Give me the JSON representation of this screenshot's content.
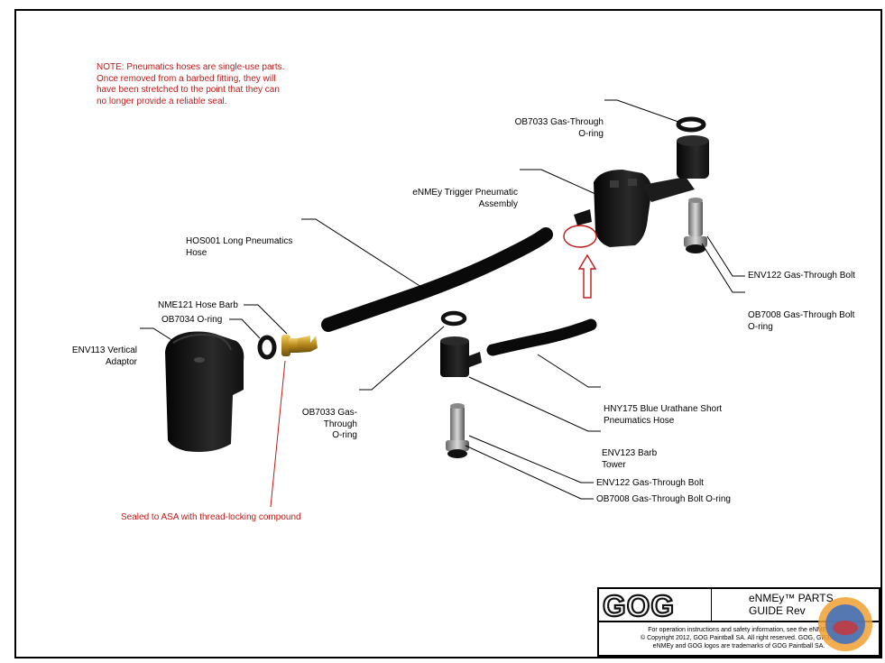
{
  "note": "NOTE: Pneumatics hoses are single-use parts. Once removed from a barbed fitting, they will have been stretched to the point that they can no longer provide a reliable seal.",
  "sealed_note": "Sealed to ASA with thread-locking compound",
  "labels": {
    "ob7033_top_1": "OB7033 Gas-Through",
    "ob7033_top_2": "O-ring",
    "trigger_1": "eNMEy Trigger Pneumatic",
    "trigger_2": "Assembly",
    "hos001_1": "HOS001 Long Pneumatics",
    "hos001_2": "Hose",
    "nme121": "NME121 Hose Barb",
    "ob7034": "OB7034 O-ring",
    "env113_1": "ENV113 Vertical",
    "env113_2": "Adaptor",
    "env122_top": "ENV122 Gas-Through Bolt",
    "ob7008_top_1": "OB7008 Gas-Through Bolt",
    "ob7008_top_2": "O-ring",
    "ob7033_mid_1": "OB7033 Gas-",
    "ob7033_mid_2": "Through",
    "ob7033_mid_3": "O-ring",
    "hny175_1": "HNY175 Blue Urathane Short",
    "hny175_2": "Pneumatics Hose",
    "env123_1": "ENV123 Barb",
    "env123_2": "Tower",
    "env122_bottom": "ENV122 Gas-Through Bolt",
    "ob7008_bottom": "OB7008 Gas-Through Bolt O-ring"
  },
  "title_block": {
    "logo_text": "GOG",
    "doc_title_1": "eNMEy™ PARTS",
    "doc_title_2": "GUIDE Rev",
    "fine_1": "For operation instructions and safety information, see the eNMEy",
    "fine_2": "© Copyright 2012, GOG Paintball SA.  All right reserved. GOG, GR33S",
    "fine_3": "eNMEy and GOG logos are trademarks of GOG Paintball SA."
  },
  "colors": {
    "annotation_red": "#c01818",
    "part_black": "#161616",
    "brass": "#c9a227",
    "border": "#000000"
  }
}
